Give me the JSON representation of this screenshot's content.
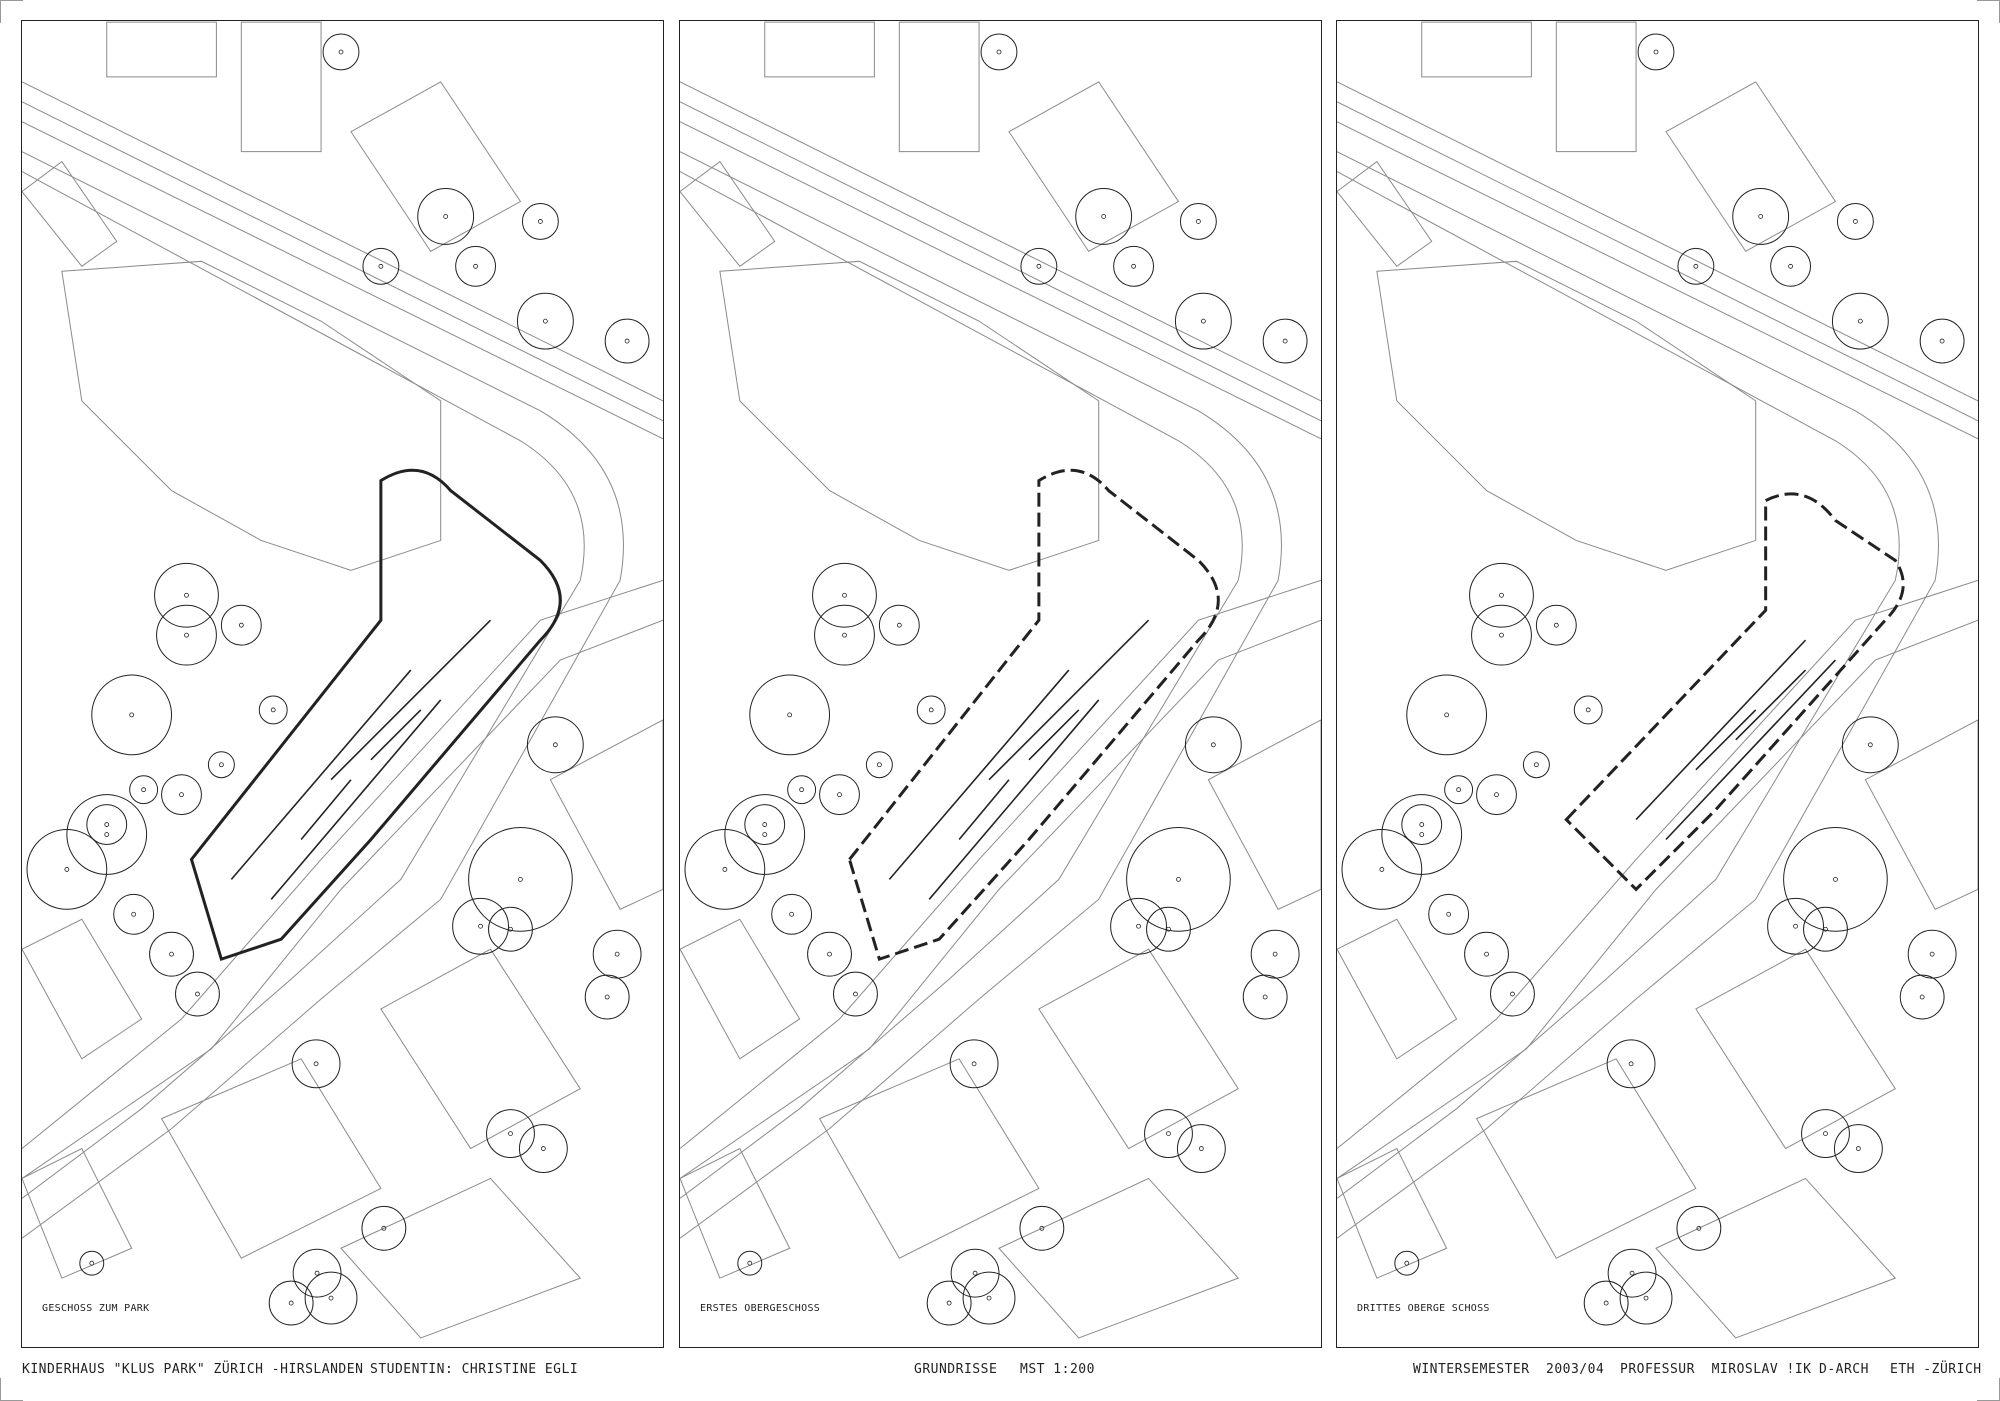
{
  "sheet": {
    "title": "KINDERHAUS \"KLUS PARK\" ZÜRICH -HIRSLANDEN",
    "student": "STUDENTIN: CHRISTINE EGLI",
    "drawing_type": "GRUNDRISSE",
    "scale": "MST 1:200",
    "semester": "WINTERSEMESTER",
    "year": "2003/04",
    "professor": "PROFESSUR  MIROSLAV !IK",
    "department": "D-ARCH",
    "institution": "ETH -ZÜRICH"
  },
  "panels": [
    {
      "label": "GESCHOSS ZUM PARK"
    },
    {
      "label": "ERSTES OBERGESCHOSS"
    },
    {
      "label": "DRITTES OBERGE SCHOSS"
    }
  ],
  "colors": {
    "ink": "#222222",
    "context": "#8a8a8a",
    "paper": "#ffffff"
  }
}
